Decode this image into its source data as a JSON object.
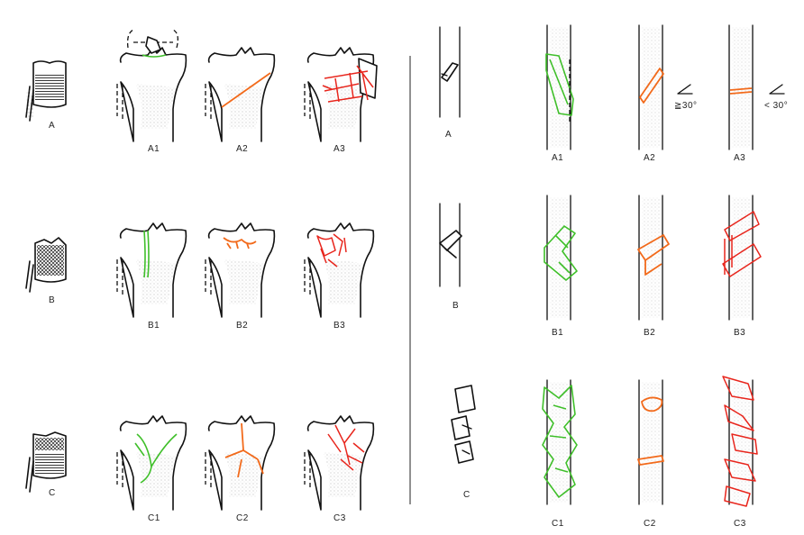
{
  "figure": {
    "left_panel": {
      "rows": [
        {
          "row_label": "A",
          "subtypes": [
            "A1",
            "A2",
            "A3"
          ]
        },
        {
          "row_label": "B",
          "subtypes": [
            "B1",
            "B2",
            "B3"
          ]
        },
        {
          "row_label": "C",
          "subtypes": [
            "C1",
            "C2",
            "C3"
          ]
        }
      ]
    },
    "right_panel": {
      "rows": [
        {
          "row_label": "A",
          "subtypes": [
            "A1",
            "A2",
            "A3"
          ]
        },
        {
          "row_label": "B",
          "subtypes": [
            "B1",
            "B2",
            "B3"
          ]
        },
        {
          "row_label": "C",
          "subtypes": [
            "C1",
            "C2",
            "C3"
          ]
        }
      ],
      "angle_labels": [
        "≧30°",
        "< 30°"
      ]
    },
    "colors": {
      "type1": "#3fbf2a",
      "type2": "#f26a1b",
      "type3": "#e8261d"
    }
  }
}
